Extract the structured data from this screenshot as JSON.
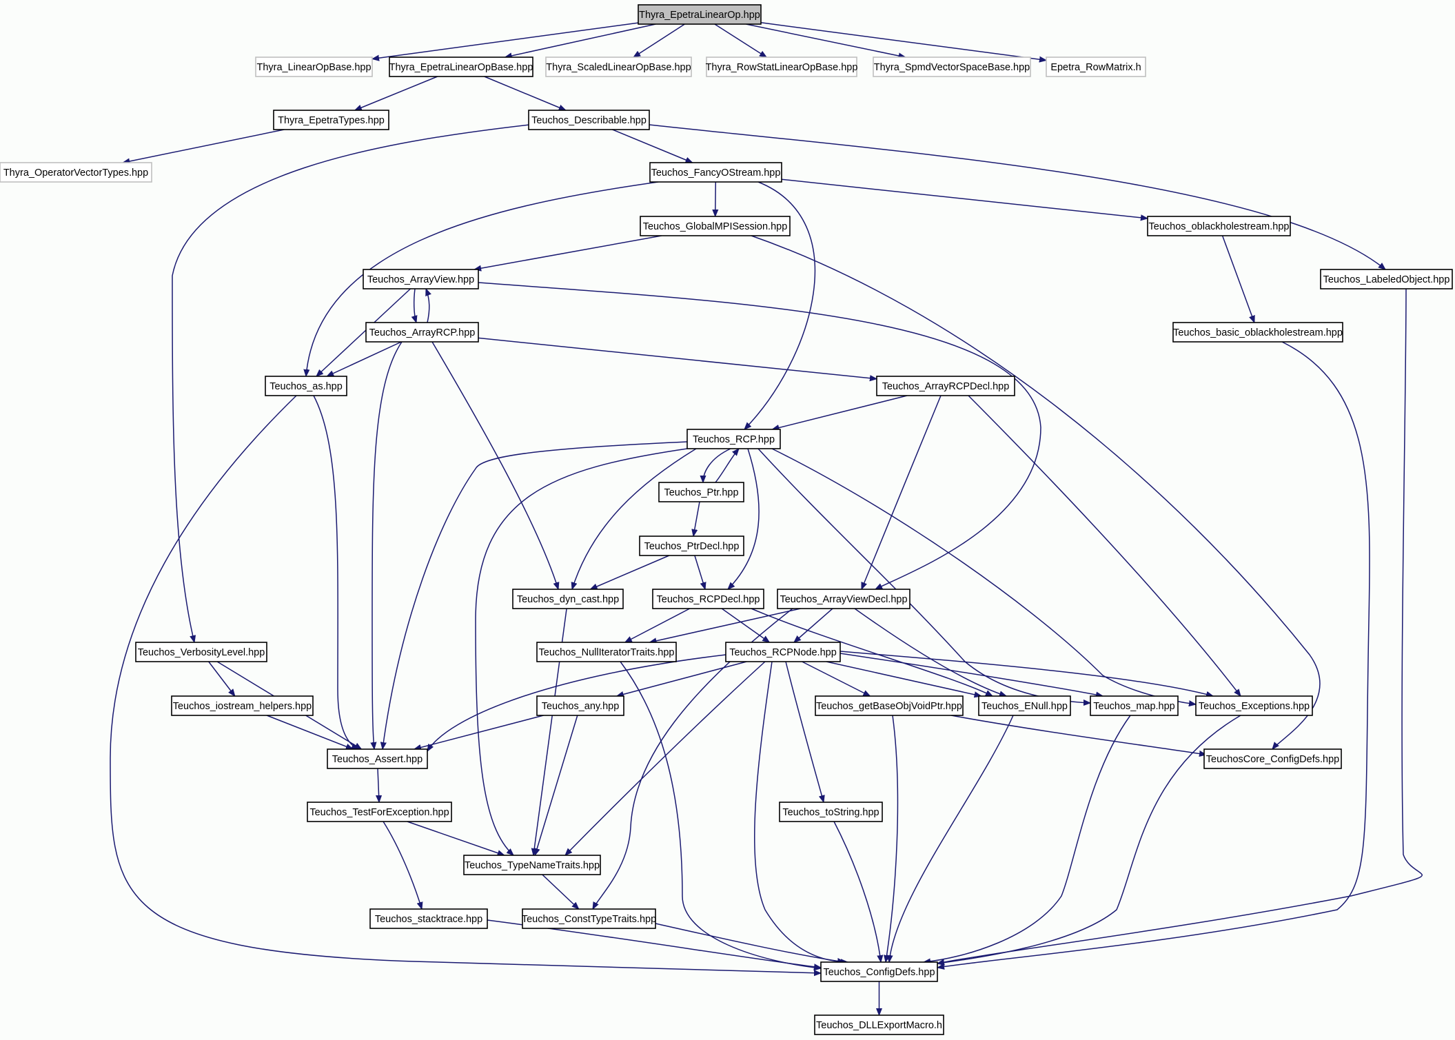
{
  "diagram": {
    "nodes": [
      {
        "id": "root",
        "label": "Thyra_EpetraLinearOp.hpp",
        "kind": "root"
      },
      {
        "id": "linopbase",
        "label": "Thyra_LinearOpBase.hpp",
        "kind": "external"
      },
      {
        "id": "epetralinopbase",
        "label": "Thyra_EpetraLinearOpBase.hpp",
        "kind": "normal"
      },
      {
        "id": "scaled",
        "label": "Thyra_ScaledLinearOpBase.hpp",
        "kind": "external"
      },
      {
        "id": "rowstat",
        "label": "Thyra_RowStatLinearOpBase.hpp",
        "kind": "external"
      },
      {
        "id": "spmd",
        "label": "Thyra_SpmdVectorSpaceBase.hpp",
        "kind": "external"
      },
      {
        "id": "rowmatrix",
        "label": "Epetra_RowMatrix.h",
        "kind": "external"
      },
      {
        "id": "epetratypes",
        "label": "Thyra_EpetraTypes.hpp",
        "kind": "normal"
      },
      {
        "id": "describable",
        "label": "Teuchos_Describable.hpp",
        "kind": "normal"
      },
      {
        "id": "opvectypes",
        "label": "Thyra_OperatorVectorTypes.hpp",
        "kind": "external"
      },
      {
        "id": "fancy",
        "label": "Teuchos_FancyOStream.hpp",
        "kind": "normal"
      },
      {
        "id": "globalmpi",
        "label": "Teuchos_GlobalMPISession.hpp",
        "kind": "normal"
      },
      {
        "id": "oblack",
        "label": "Teuchos_oblackholestream.hpp",
        "kind": "normal"
      },
      {
        "id": "labeled",
        "label": "Teuchos_LabeledObject.hpp",
        "kind": "normal"
      },
      {
        "id": "arrayview",
        "label": "Teuchos_ArrayView.hpp",
        "kind": "normal"
      },
      {
        "id": "basicoblack",
        "label": "Teuchos_basic_oblackholestream.hpp",
        "kind": "normal"
      },
      {
        "id": "arrayrcp",
        "label": "Teuchos_ArrayRCP.hpp",
        "kind": "normal"
      },
      {
        "id": "as",
        "label": "Teuchos_as.hpp",
        "kind": "normal"
      },
      {
        "id": "arrayrcpdecl",
        "label": "Teuchos_ArrayRCPDecl.hpp",
        "kind": "normal"
      },
      {
        "id": "rcp",
        "label": "Teuchos_RCP.hpp",
        "kind": "normal"
      },
      {
        "id": "ptr",
        "label": "Teuchos_Ptr.hpp",
        "kind": "normal"
      },
      {
        "id": "ptrdecl",
        "label": "Teuchos_PtrDecl.hpp",
        "kind": "normal"
      },
      {
        "id": "dyncast",
        "label": "Teuchos_dyn_cast.hpp",
        "kind": "normal"
      },
      {
        "id": "rcpdecl",
        "label": "Teuchos_RCPDecl.hpp",
        "kind": "normal"
      },
      {
        "id": "arrayviewdecl",
        "label": "Teuchos_ArrayViewDecl.hpp",
        "kind": "normal"
      },
      {
        "id": "verbosity",
        "label": "Teuchos_VerbosityLevel.hpp",
        "kind": "normal"
      },
      {
        "id": "nulliter",
        "label": "Teuchos_NullIteratorTraits.hpp",
        "kind": "normal"
      },
      {
        "id": "rcpnode",
        "label": "Teuchos_RCPNode.hpp",
        "kind": "normal"
      },
      {
        "id": "iohelpers",
        "label": "Teuchos_iostream_helpers.hpp",
        "kind": "normal"
      },
      {
        "id": "any",
        "label": "Teuchos_any.hpp",
        "kind": "normal"
      },
      {
        "id": "getbase",
        "label": "Teuchos_getBaseObjVoidPtr.hpp",
        "kind": "normal"
      },
      {
        "id": "enull",
        "label": "Teuchos_ENull.hpp",
        "kind": "normal"
      },
      {
        "id": "map",
        "label": "Teuchos_map.hpp",
        "kind": "normal"
      },
      {
        "id": "exceptions",
        "label": "Teuchos_Exceptions.hpp",
        "kind": "normal"
      },
      {
        "id": "assert",
        "label": "Teuchos_Assert.hpp",
        "kind": "normal"
      },
      {
        "id": "coreconfig",
        "label": "TeuchosCore_ConfigDefs.hpp",
        "kind": "normal"
      },
      {
        "id": "testforex",
        "label": "Teuchos_TestForException.hpp",
        "kind": "normal"
      },
      {
        "id": "tostring",
        "label": "Teuchos_toString.hpp",
        "kind": "normal"
      },
      {
        "id": "typename",
        "label": "Teuchos_TypeNameTraits.hpp",
        "kind": "normal"
      },
      {
        "id": "stacktrace",
        "label": "Teuchos_stacktrace.hpp",
        "kind": "normal"
      },
      {
        "id": "consttype",
        "label": "Teuchos_ConstTypeTraits.hpp",
        "kind": "normal"
      },
      {
        "id": "configdefs",
        "label": "Teuchos_ConfigDefs.hpp",
        "kind": "normal"
      },
      {
        "id": "dllexport",
        "label": "Teuchos_DLLExportMacro.h",
        "kind": "normal"
      }
    ],
    "edges": [
      {
        "from": "root",
        "to": "linopbase"
      },
      {
        "from": "root",
        "to": "epetralinopbase"
      },
      {
        "from": "root",
        "to": "scaled"
      },
      {
        "from": "root",
        "to": "rowstat"
      },
      {
        "from": "root",
        "to": "spmd"
      },
      {
        "from": "root",
        "to": "rowmatrix"
      },
      {
        "from": "epetralinopbase",
        "to": "epetratypes"
      },
      {
        "from": "epetralinopbase",
        "to": "describable"
      },
      {
        "from": "epetratypes",
        "to": "opvectypes"
      },
      {
        "from": "describable",
        "to": "fancy"
      },
      {
        "from": "describable",
        "to": "verbosity"
      },
      {
        "from": "describable",
        "to": "labeled"
      },
      {
        "from": "fancy",
        "to": "globalmpi"
      },
      {
        "from": "fancy",
        "to": "oblack"
      },
      {
        "from": "fancy",
        "to": "as"
      },
      {
        "from": "fancy",
        "to": "rcp"
      },
      {
        "from": "globalmpi",
        "to": "arrayview"
      },
      {
        "from": "globalmpi",
        "to": "coreconfig"
      },
      {
        "from": "oblack",
        "to": "basicoblack"
      },
      {
        "from": "labeled",
        "to": "configdefs"
      },
      {
        "from": "basicoblack",
        "to": "configdefs"
      },
      {
        "from": "arrayview",
        "to": "arrayrcp"
      },
      {
        "from": "arrayview",
        "to": "as"
      },
      {
        "from": "arrayview",
        "to": "arrayviewdecl"
      },
      {
        "from": "arrayrcp",
        "to": "arrayview"
      },
      {
        "from": "arrayrcp",
        "to": "as"
      },
      {
        "from": "arrayrcp",
        "to": "arrayrcpdecl"
      },
      {
        "from": "arrayrcp",
        "to": "assert"
      },
      {
        "from": "arrayrcp",
        "to": "dyncast"
      },
      {
        "from": "as",
        "to": "assert"
      },
      {
        "from": "as",
        "to": "configdefs"
      },
      {
        "from": "arrayrcpdecl",
        "to": "rcp"
      },
      {
        "from": "arrayrcpdecl",
        "to": "arrayviewdecl"
      },
      {
        "from": "arrayrcpdecl",
        "to": "exceptions"
      },
      {
        "from": "rcp",
        "to": "ptr"
      },
      {
        "from": "rcp",
        "to": "assert"
      },
      {
        "from": "rcp",
        "to": "dyncast"
      },
      {
        "from": "rcp",
        "to": "rcpdecl"
      },
      {
        "from": "rcp",
        "to": "typename"
      },
      {
        "from": "rcp",
        "to": "exceptions"
      },
      {
        "from": "rcp",
        "to": "map"
      },
      {
        "from": "ptr",
        "to": "rcp"
      },
      {
        "from": "ptr",
        "to": "ptrdecl"
      },
      {
        "from": "ptrdecl",
        "to": "dyncast"
      },
      {
        "from": "ptrdecl",
        "to": "rcpdecl"
      },
      {
        "from": "dyncast",
        "to": "typename"
      },
      {
        "from": "rcpdecl",
        "to": "nulliter"
      },
      {
        "from": "rcpdecl",
        "to": "rcpnode"
      },
      {
        "from": "rcpdecl",
        "to": "enull"
      },
      {
        "from": "arrayviewdecl",
        "to": "nulliter"
      },
      {
        "from": "arrayviewdecl",
        "to": "rcpnode"
      },
      {
        "from": "arrayviewdecl",
        "to": "enull"
      },
      {
        "from": "arrayviewdecl",
        "to": "consttype"
      },
      {
        "from": "verbosity",
        "to": "iohelpers"
      },
      {
        "from": "verbosity",
        "to": "assert"
      },
      {
        "from": "nulliter",
        "to": "configdefs"
      },
      {
        "from": "rcpnode",
        "to": "assert"
      },
      {
        "from": "rcpnode",
        "to": "any"
      },
      {
        "from": "rcpnode",
        "to": "getbase"
      },
      {
        "from": "rcpnode",
        "to": "enull"
      },
      {
        "from": "rcpnode",
        "to": "map"
      },
      {
        "from": "rcpnode",
        "to": "exceptions"
      },
      {
        "from": "rcpnode",
        "to": "typename"
      },
      {
        "from": "rcpnode",
        "to": "tostring"
      },
      {
        "from": "rcpnode",
        "to": "configdefs"
      },
      {
        "from": "iohelpers",
        "to": "assert"
      },
      {
        "from": "any",
        "to": "assert"
      },
      {
        "from": "any",
        "to": "typename"
      },
      {
        "from": "getbase",
        "to": "coreconfig"
      },
      {
        "from": "getbase",
        "to": "configdefs"
      },
      {
        "from": "enull",
        "to": "configdefs"
      },
      {
        "from": "map",
        "to": "configdefs"
      },
      {
        "from": "exceptions",
        "to": "configdefs"
      },
      {
        "from": "assert",
        "to": "testforex"
      },
      {
        "from": "testforex",
        "to": "typename"
      },
      {
        "from": "testforex",
        "to": "stacktrace"
      },
      {
        "from": "tostring",
        "to": "configdefs"
      },
      {
        "from": "typename",
        "to": "consttype"
      },
      {
        "from": "stacktrace",
        "to": "configdefs"
      },
      {
        "from": "consttype",
        "to": "configdefs"
      },
      {
        "from": "configdefs",
        "to": "dllexport"
      }
    ]
  }
}
